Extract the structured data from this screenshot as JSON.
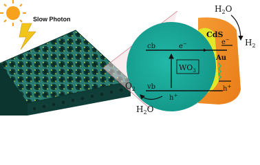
{
  "title": "Slow Photon",
  "semiconductor": "WO",
  "semiconductor_sub": "3",
  "shell": "CdS",
  "metal": "Au",
  "band_cb": "cb",
  "band_vb": "vb",
  "electron": "e",
  "electron_sup": "−",
  "hole": "h",
  "hole_sup": "+",
  "oxygen": "O",
  "oxygen_sub": "2",
  "water_h": "H",
  "water_sub": "2",
  "water_o": "O",
  "hydrogen": "H",
  "hydrogen_sub": "2",
  "icons": [
    "sun-icon",
    "lightning-icon",
    "inverse-opal-lattice",
    "light-cone"
  ],
  "colors": {
    "sun": "#f7a21b",
    "lattice_dark": "#1c5b52",
    "lattice_light": "#2f8a7a",
    "wo3": "#1aa99a",
    "cds": "#f08a24",
    "au": "#e6e62a",
    "cone": "#e4b8bf"
  }
}
